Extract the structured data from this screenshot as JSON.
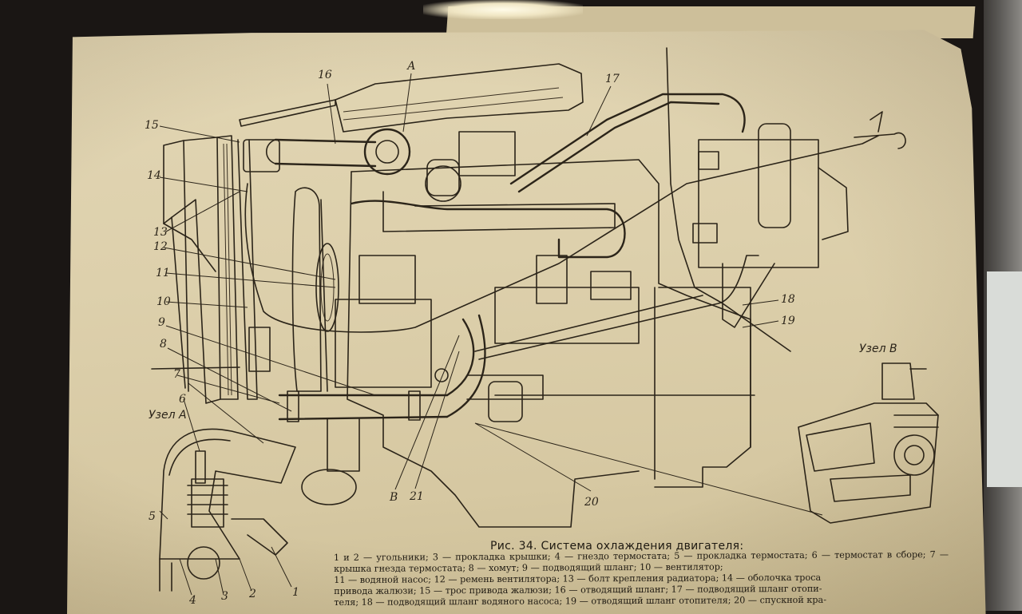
{
  "figure": {
    "title": "Рис. 34. Система охлаждения двигателя:",
    "legend": "1 и 2 — угольники; 3 — прокладка крышки; 4 — гнездо термостата; 5 — прокладка термостата; 6 — термостат в сборе; 7 — крышка гнезда термостата; 8 — хомут; 9 — подводящий шланг; 10 — вентилятор;\n11 — водяной насос; 12 — ремень вентилятора; 13 — болт крепления радиатора; 14 — оболочка троса\nпривода жалюзи; 15 — трос привода жалюзи; 16 — отводящий шланг; 17 — подводящий шланг отопи-\nтеля; 18 — подводящий шланг водяного насоса; 19 — отводящий шланг отопителя; 20 — спускной кра-"
  },
  "insets": {
    "a": "Узел А",
    "b": "Узел В"
  },
  "callouts": {
    "c1": "1",
    "c2": "2",
    "c3": "3",
    "c4": "4",
    "c5": "5",
    "c6": "6",
    "c7": "7",
    "c8": "8",
    "c9": "9",
    "c10": "10",
    "c11": "11",
    "c12": "12",
    "c13": "13",
    "c14": "14",
    "c15": "15",
    "c16": "16",
    "c17": "17",
    "c18": "18",
    "c19": "19",
    "c20": "20",
    "c21": "21",
    "cA": "А",
    "cB": "В"
  },
  "colors": {
    "paper": "#ddd0ac",
    "ink": "#2b2419",
    "background": "#1a1614"
  }
}
